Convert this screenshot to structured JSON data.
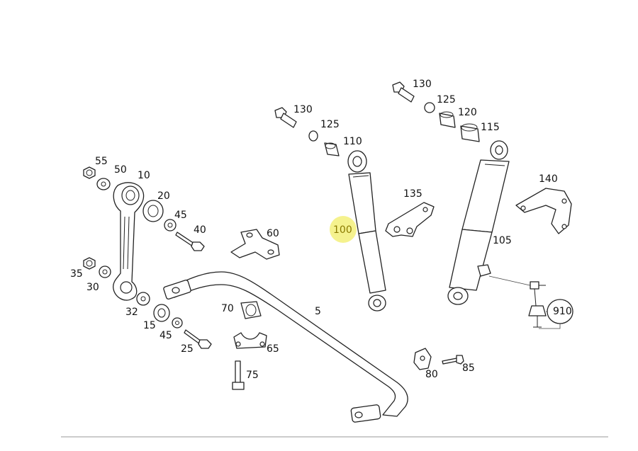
{
  "diagram": {
    "highlighted_part": "100",
    "highlight_color": "#f3f07a",
    "line_color": "#222222",
    "callouts": {
      "c5": "5",
      "c10": "10",
      "c15": "15",
      "c20": "20",
      "c25": "25",
      "c30": "30",
      "c32": "32",
      "c35": "35",
      "c40": "40",
      "c45a": "45",
      "c45b": "45",
      "c50": "50",
      "c55": "55",
      "c60": "60",
      "c65": "65",
      "c70": "70",
      "c75": "75",
      "c80": "80",
      "c85": "85",
      "c100": "100",
      "c105": "105",
      "c110": "110",
      "c115": "115",
      "c120": "120",
      "c125a": "125",
      "c125b": "125",
      "c130a": "130",
      "c130b": "130",
      "c135": "135",
      "c140": "140",
      "c910": "910"
    }
  }
}
